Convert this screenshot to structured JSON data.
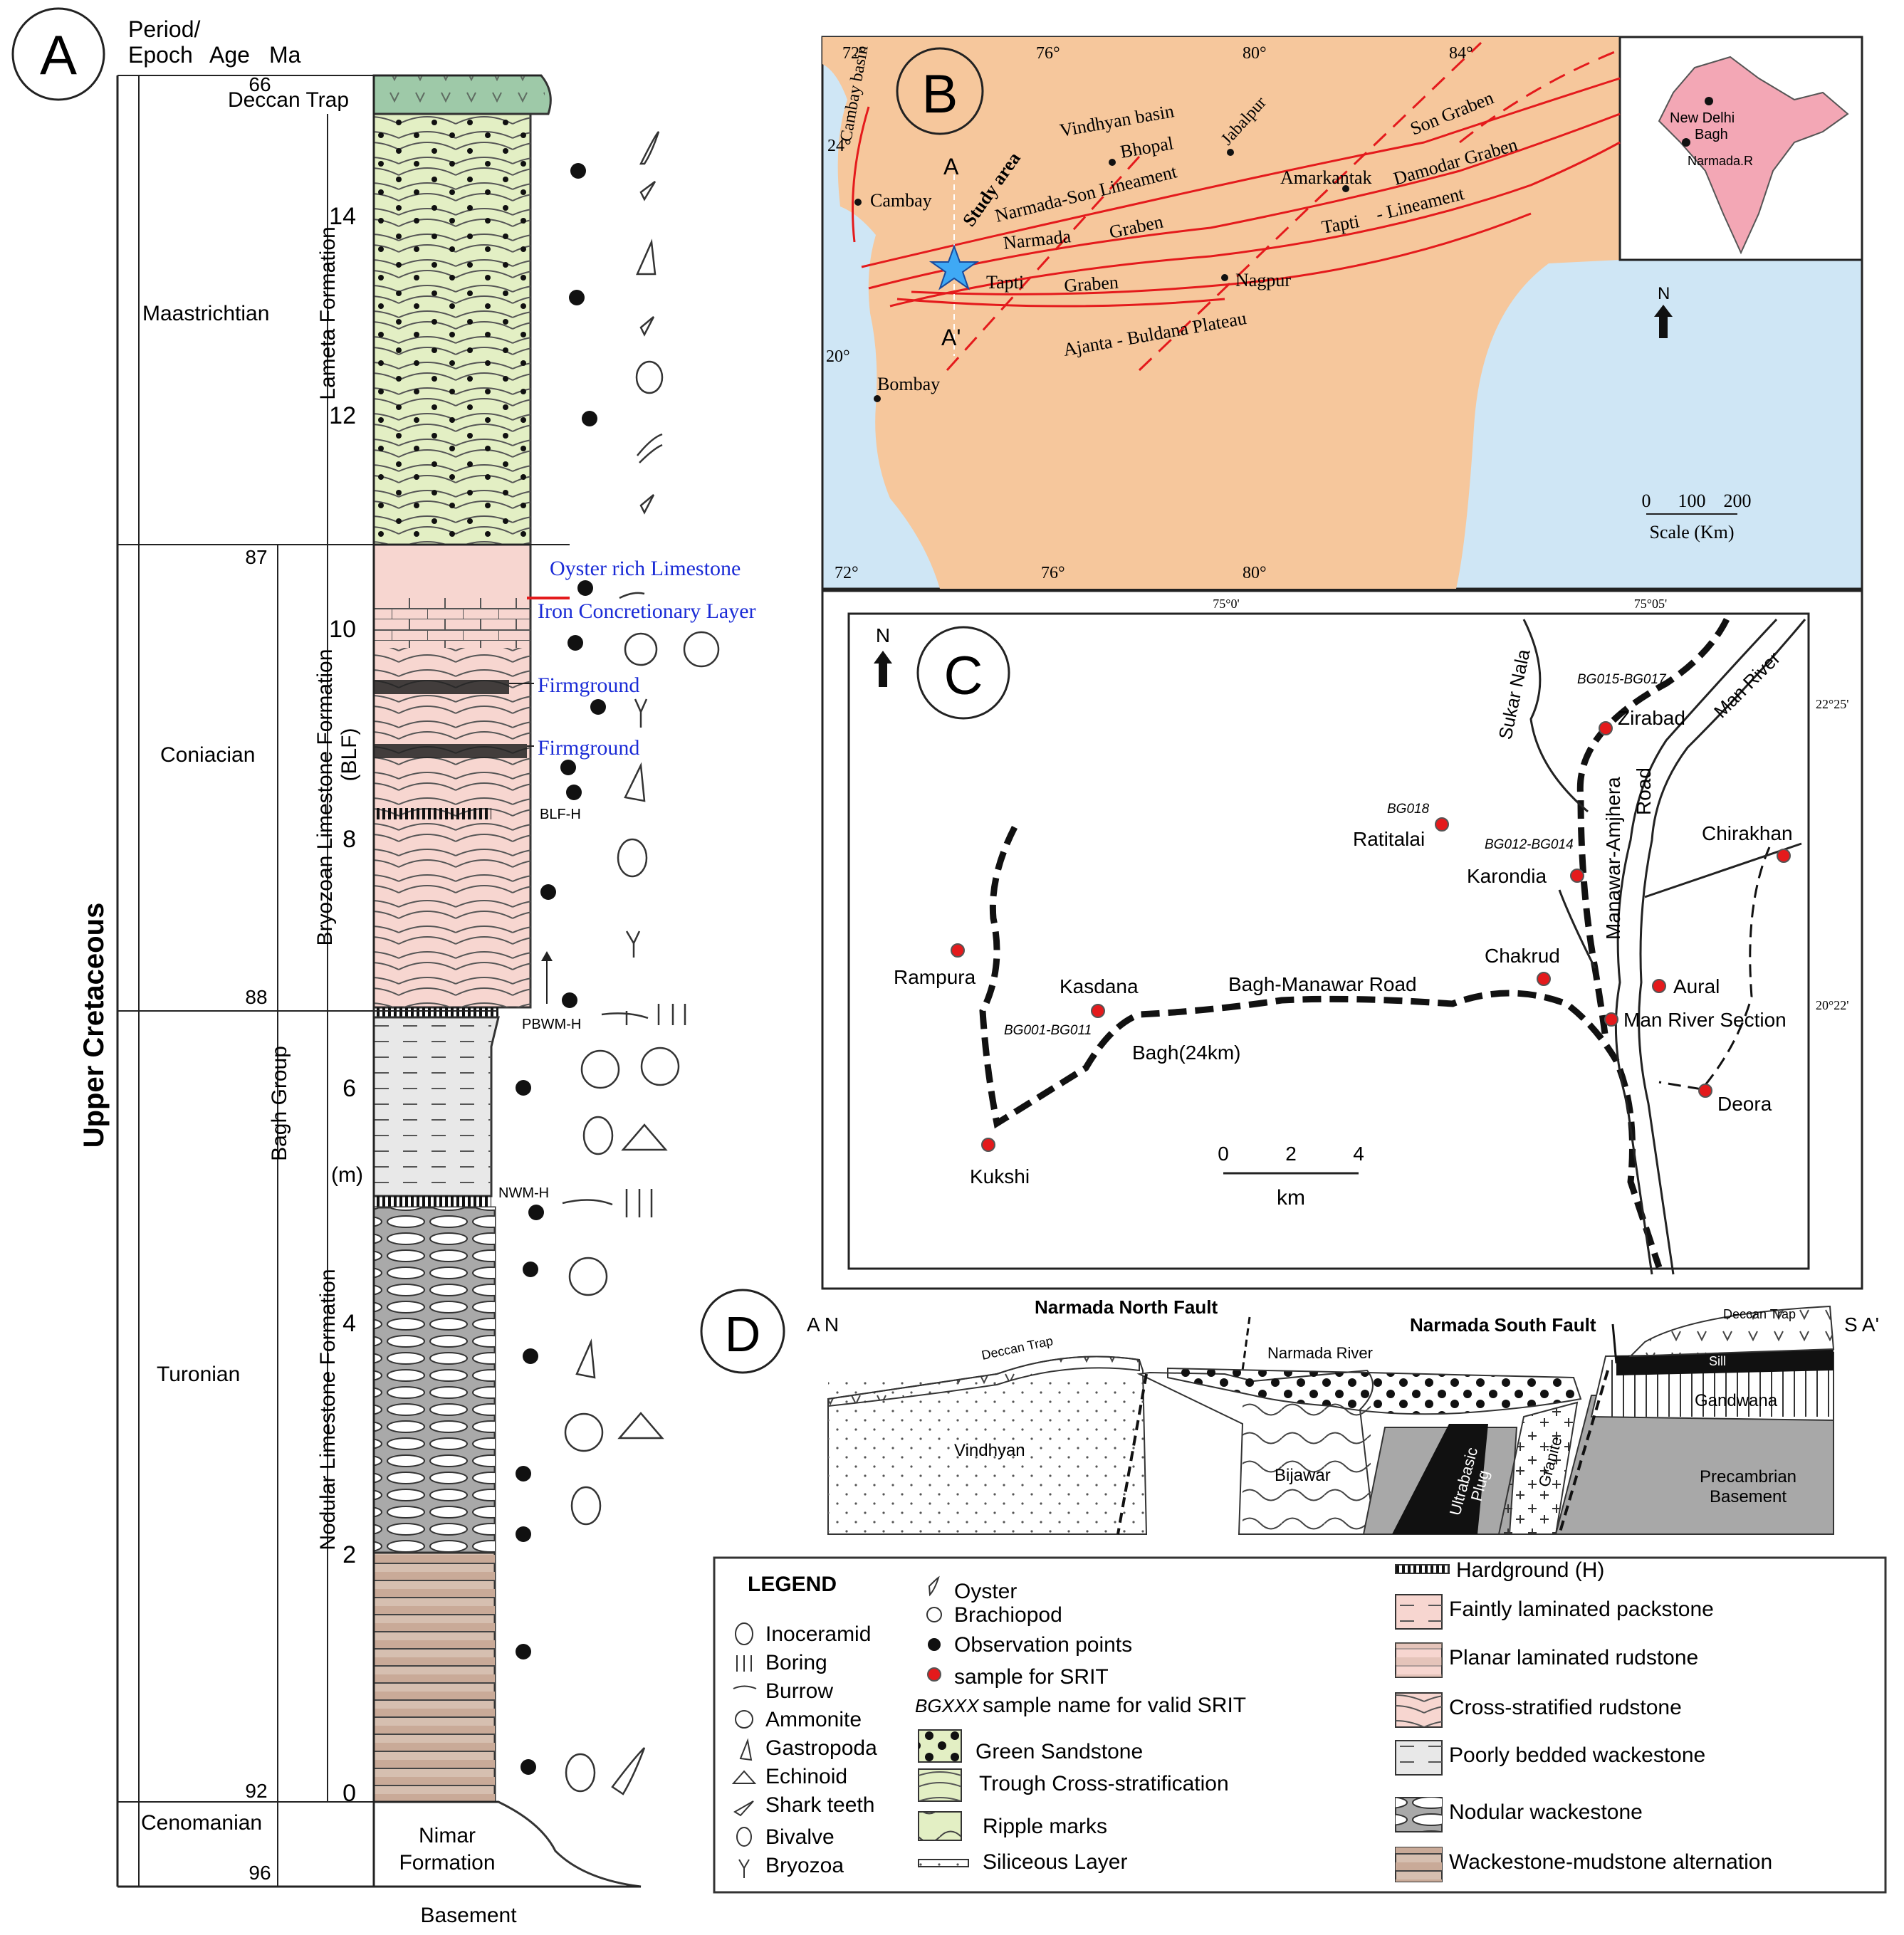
{
  "panel_a": {
    "label": "A",
    "headers": {
      "period": "Period/",
      "epoch": "Epoch",
      "age": "Age",
      "ma": "Ma"
    },
    "era": "Upper Cretaceous",
    "ages": [
      "Maastrichtian",
      "Coniacian",
      "Turonian",
      "Cenomanian"
    ],
    "group": "Bagh Group",
    "ma_ticks": [
      "66",
      "87",
      "88",
      "92",
      "96"
    ],
    "meter_ticks": [
      "14",
      "12",
      "10",
      "8",
      "6",
      "4",
      "2",
      "0"
    ],
    "meter_unit": "(m)",
    "formations": [
      "Deccan Trap",
      "Lameta Formation",
      "Bryozoan Limestone Formation",
      "(BLF)",
      "Nodular Limestone Formation",
      "Nimar",
      "Formation",
      "Basement"
    ],
    "annotations": {
      "oyster_ls": "Oyster rich Limestone",
      "iron": "Iron Concretionary Layer",
      "firmground": "Firmground",
      "blf_h": "BLF-H",
      "pbwm_h": "PBWM-H",
      "nwm_h": "NWM-H"
    },
    "colors": {
      "lameta": "#e3efc4",
      "deccan": "#9ec9a8",
      "blf": "#f7d6d0",
      "pbwm": "#e8e8e8",
      "nodular": "#a9a9a9",
      "alternation": "#d6bfb0"
    }
  },
  "panel_b": {
    "label": "B",
    "top_ticks": [
      "72°",
      "76°",
      "80°",
      "84°"
    ],
    "bottom_ticks": [
      "72°",
      "76°",
      "80°"
    ],
    "lat_ticks": [
      "24°",
      "20°"
    ],
    "places": [
      "Cambay",
      "Bhopal",
      "Jabalpur",
      "Amarkantak",
      "Nagpur",
      "Bombay"
    ],
    "features": [
      "Cambay basin",
      "Vindhyan basin",
      "Narmada-Son Lineament",
      "Narmada",
      "Graben",
      "Tapti",
      "Graben",
      "Son Graben",
      "Damodar Graben",
      "Tapti",
      "- Lineament",
      "Ajanta - Buldana Plateau",
      "Study area"
    ],
    "section_a": "A",
    "section_a2": "A'",
    "north": "N",
    "scale_ticks": [
      "0",
      "100",
      "200"
    ],
    "scale_label": "Scale (Km)",
    "inset": [
      "New Delhi",
      "Bagh",
      "Narmada.R"
    ],
    "colors": {
      "land": "#f6c79c",
      "sea": "#cfe6f5",
      "fault": "#e41a1c",
      "india": "#f3a7b5"
    }
  },
  "panel_c": {
    "label": "C",
    "top_ticks": [
      "75°0'",
      "75°05'"
    ],
    "right_ticks": [
      "22°25'",
      "20°22'"
    ],
    "north": "N",
    "sites": [
      "Zirabad",
      "Ratitalai",
      "Karondia",
      "Chakrud",
      "Chirakhan",
      "Aural",
      "Man River Section",
      "Deora",
      "Rampura",
      "Kasdana",
      "Kukshi"
    ],
    "sample_labels": [
      "BG015-BG017",
      "BG018",
      "BG012-BG014",
      "BG001-BG011"
    ],
    "roads": [
      "Bagh-Manawar Road",
      "Manawar-Amjhera",
      "Road",
      "Bagh(24km)"
    ],
    "rivers": [
      "Sukar Nala",
      "Man River"
    ],
    "scale_ticks": [
      "0",
      "2",
      "4"
    ],
    "scale_unit": "km",
    "colors": {
      "sample": "#e41a1c"
    }
  },
  "panel_d": {
    "label": "D",
    "ends": [
      "A N",
      "S A'"
    ],
    "faults": [
      "Narmada North Fault",
      "Narmada South Fault"
    ],
    "units": [
      "Deccan Trap",
      "Deccan Trap",
      "Narmada River",
      "Vindhyan",
      "Bijawar",
      "Ultrabasic",
      "Plug",
      "Granite",
      "Sill",
      "Gandwana",
      "Precambrian",
      "Basement"
    ],
    "colors": {
      "gray": "#a8a8a8"
    }
  },
  "legend": {
    "title": "LEGEND",
    "col1": [
      "Inoceramid",
      "Boring",
      "Burrow",
      "Ammonite",
      "Gastropoda",
      "Echinoid",
      "Shark teeth",
      "Bivalve",
      "Bryozoa"
    ],
    "col2": [
      "Oyster",
      "Brachiopod",
      "Observation points",
      "sample for SRIT"
    ],
    "sample_code": "BGXXX",
    "sample_desc": "sample name for valid SRIT",
    "col2b": [
      "Green Sandstone",
      "Trough Cross-stratification",
      "Ripple marks",
      "Siliceous Layer"
    ],
    "col3": [
      "Hardground (H)",
      "Faintly laminated packstone",
      "Planar laminated rudstone",
      "Cross-stratified rudstone",
      "Poorly bedded wackestone",
      "Nodular wackestone",
      "Wackestone-mudstone alternation"
    ]
  }
}
